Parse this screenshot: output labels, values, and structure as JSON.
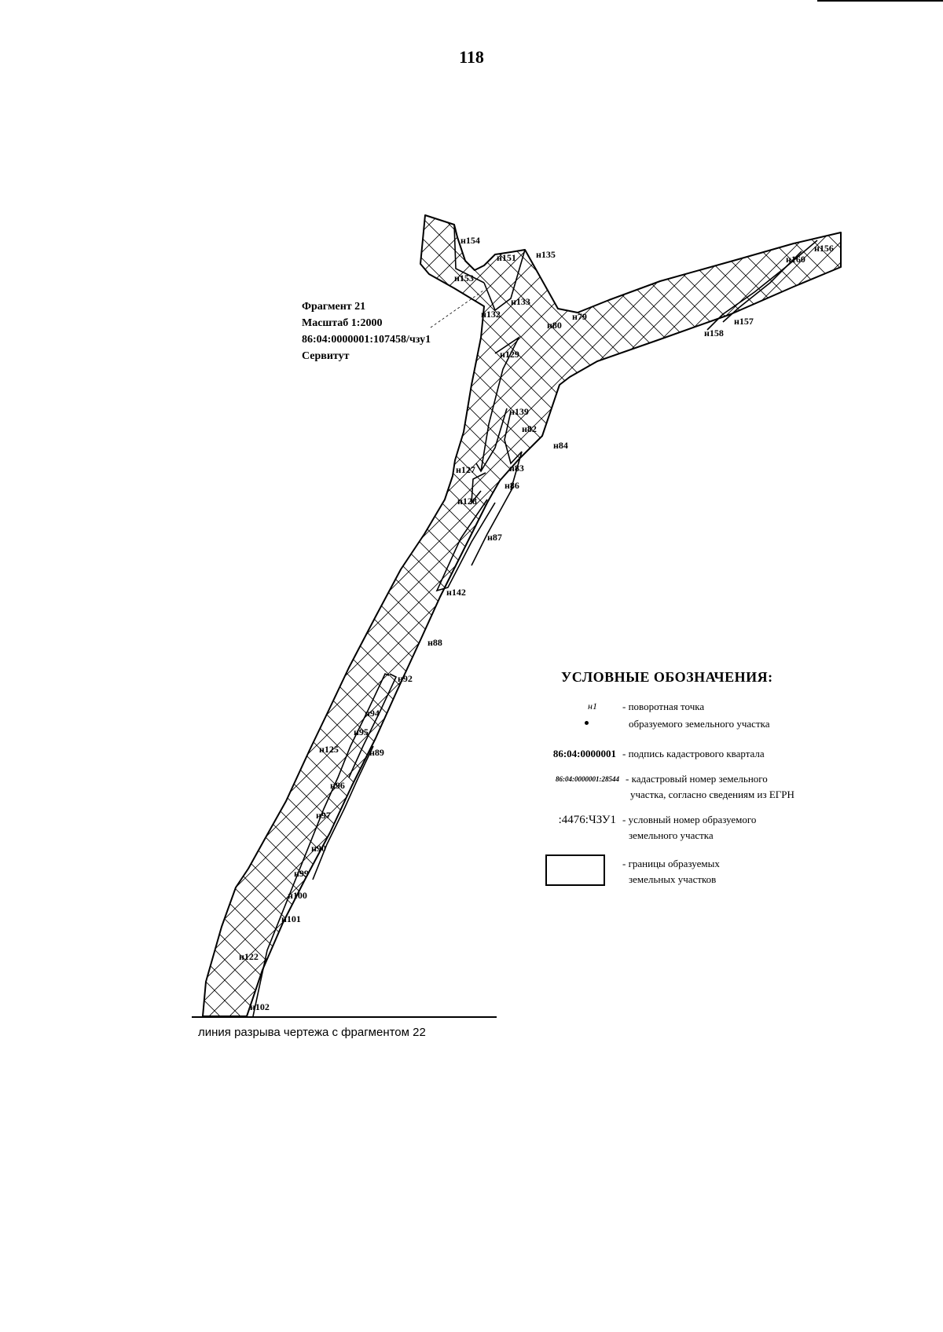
{
  "page": {
    "number": "118"
  },
  "fragment": {
    "title": "Фрагмент 21",
    "scale": "Масштаб 1:2000",
    "cadastral": "86:04:0000001:107458/чзу1",
    "type": "Сервитут"
  },
  "points": [
    "н154",
    "н151",
    "н135",
    "н153",
    "н133",
    "н132",
    "н80",
    "н79",
    "н160",
    "н156",
    "н157",
    "н158",
    "н129",
    "н139",
    "н82",
    "н84",
    "н127",
    "н83",
    "н86",
    "н128",
    "н87",
    "н142",
    "н88",
    "н92",
    "н94",
    "н95",
    "н125",
    "н89",
    "н96",
    "н97",
    "н90",
    "н99",
    "н100",
    "н101",
    "н122",
    "н102"
  ],
  "break_caption": "линия разрыва чертежа с фрагментом 22",
  "legend": {
    "title": "УСЛОВНЫЕ ОБОЗНАЧЕНИЯ:",
    "items": [
      {
        "symbol": "н1",
        "text1": "- поворотная точка",
        "text2": "образуемого земельного участка"
      },
      {
        "symbol": "86:04:0000001",
        "text1": "- подпись кадастрового квартала",
        "text2": ""
      },
      {
        "symbol": "86:04:0000001:28544",
        "text1": "- кадастровый номер земельного",
        "text2": "участка, согласно сведениям из ЕГРН"
      },
      {
        "symbol": ":4476:ЧЗУ1",
        "text1": "- условный номер образуемого",
        "text2": "земельного участка"
      },
      {
        "symbol": "",
        "text1": "- границы образуемых",
        "text2": "земельных участков"
      }
    ]
  }
}
